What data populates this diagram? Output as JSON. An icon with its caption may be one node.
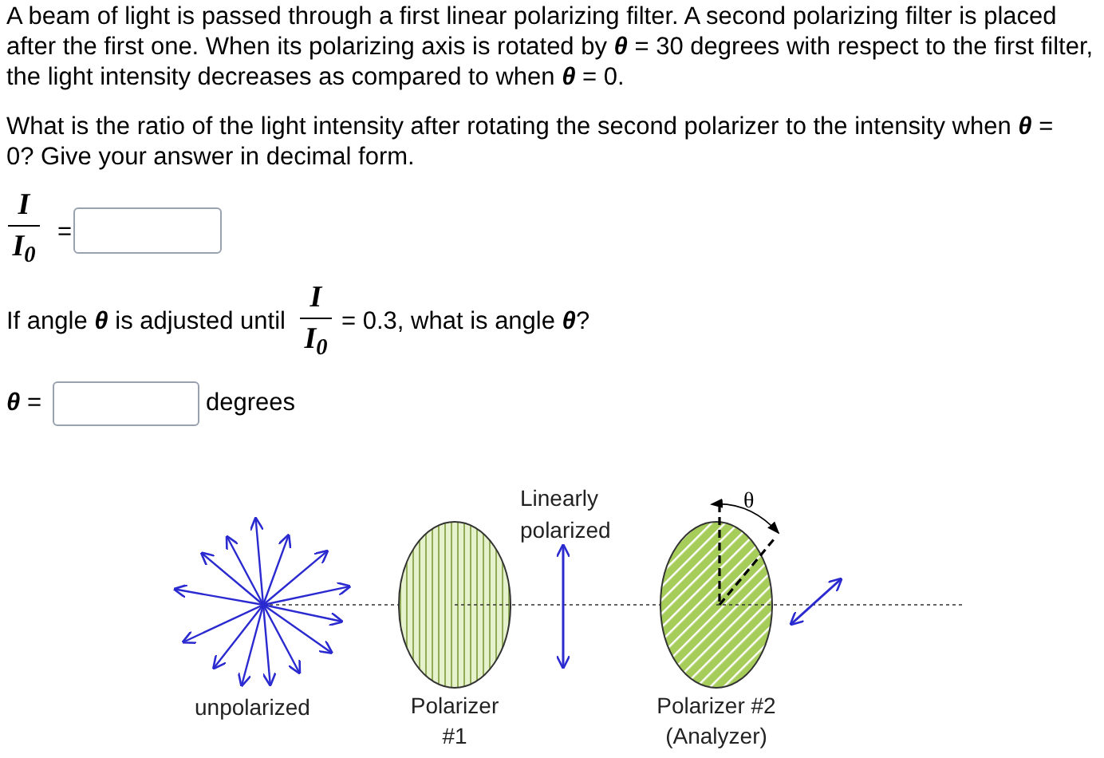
{
  "diagram": {
    "nodes": [
      {
        "text": [
          "Polarizer #1"
        ]
      },
      {
        "text": [
          "Polarizer #2 (Analyzer)"
        ],
        "beside": [
          "θ"
        ]
      }
    ],
    "labels": [
      "A beam of light is passed through a first linear polarizing filter.  A second polarizing filter is placed after the first one.  When its polarizing axis is rotated by **θ** = 30 degrees with respect to the first filter, the light intensity decreases as compared to when **θ** = 0.",
      "What is the ratio of the light intensity after rotating the second polarizer to the intensity when **θ** = 0?  Give your answer in decimal form.",
      "I",
      "I$_{0}$",
      "=",
      "If angle **θ** is adjusted until",
      "I",
      "I$_{0}$",
      "= 0.3, what is angle **θ**?",
      "**θ** =",
      "degrees",
      "unpolarized",
      "Linearly polarized"
    ]
  }
}
